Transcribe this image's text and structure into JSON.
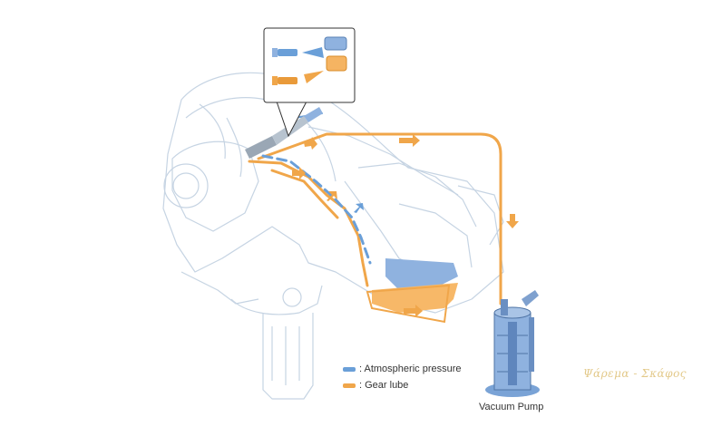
{
  "legend": {
    "items": [
      {
        "label": ": Atmospheric pressure",
        "color": "#6a9fd8"
      },
      {
        "label": ": Gear lube",
        "color": "#f0a64a"
      }
    ]
  },
  "labels": {
    "vacuum_pump": "Vacuum Pump"
  },
  "watermark": "Ψάρεμα - Σκάφος",
  "colors": {
    "outline": "#c6d4e3",
    "gear_lube": "#f0a64a",
    "atmospheric": "#6a9fd8",
    "pump_fill": "#8fb2df",
    "watermark": "#e3c98a"
  }
}
